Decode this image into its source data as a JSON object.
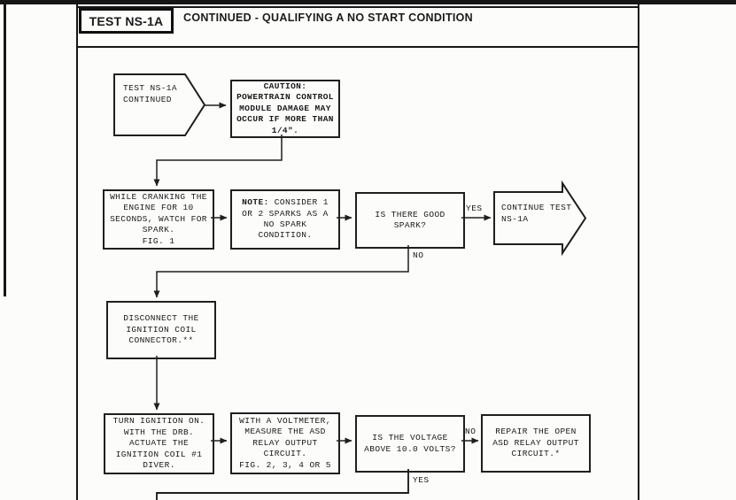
{
  "header": {
    "test_label": "TEST NS-1A",
    "title": "CONTINUED - QUALIFYING A NO START CONDITION"
  },
  "flowchart": {
    "start": "TEST NS-1A\nCONTINUED",
    "caution": "CAUTION:\nPOWERTRAIN CONTROL\nMODULE DAMAGE MAY\nOCCUR IF MORE THAN\n1/4\".",
    "while_cranking": "WHILE CRANKING THE\nENGINE FOR 10\nSECONDS, WATCH FOR\nSPARK.\nFIG. 1",
    "note_prefix": "NOTE:",
    "note_rest": " CONSIDER 1\nOR 2 SPARKS AS A\nNO SPARK\nCONDITION.",
    "spark_question": "IS THERE GOOD\nSPARK?",
    "continue_test": "CONTINUE TEST\nNS-1A",
    "disconnect": "DISCONNECT THE\nIGNITION COIL\nCONNECTOR.**",
    "turn_ignition": "TURN IGNITION ON.\nWITH THE DRB.\nACTUATE THE\nIGNITION COIL #1\nDIVER.",
    "voltmeter": "WITH A VOLTMETER,\nMEASURE THE ASD\nRELAY OUTPUT\nCIRCUIT.\nFIG. 2, 3, 4 OR 5",
    "voltage_question": "IS THE VOLTAGE\nABOVE 10.0 VOLTS?",
    "repair": "REPAIR THE OPEN\nASD RELAY OUTPUT\nCIRCUIT.*",
    "labels": {
      "yes_spark": "YES",
      "no_spark": "NO",
      "no_voltage": "NO",
      "yes_voltage": "YES"
    }
  },
  "colors": {
    "ink": "#1b1b1b",
    "paper": "#fcfcfb"
  }
}
